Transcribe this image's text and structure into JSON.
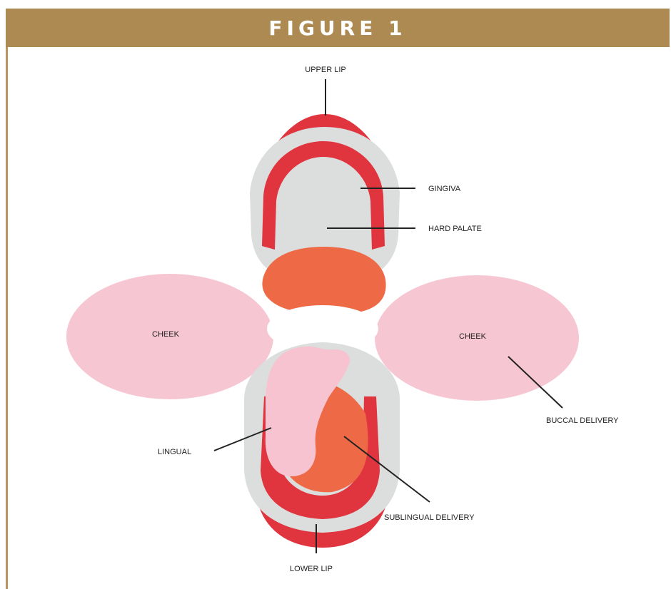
{
  "figure": {
    "title": "FIGURE 1"
  },
  "labels": {
    "upper_lip": "UPPER LIP",
    "gingiva": "GINGIVA",
    "hard_palate": "HARD PALATE",
    "cheek_left": "CHEEK",
    "cheek_right": "CHEEK",
    "buccal_delivery": "BUCCAL DELIVERY",
    "lingual": "LINGUAL",
    "sublingual_delivery": "SUBLINGUAL DELIVERY",
    "lower_lip": "LOWER LIP"
  },
  "colors": {
    "header": "#ac8a51",
    "frame": "#b9955d",
    "lip_red": "#e0343f",
    "gum_gray": "#dcdedd",
    "cheek_pink": "#f6c6d2",
    "tongue_pink": "#f7c3d0",
    "orange": "#ee6a47",
    "leader_line": "#222222"
  }
}
